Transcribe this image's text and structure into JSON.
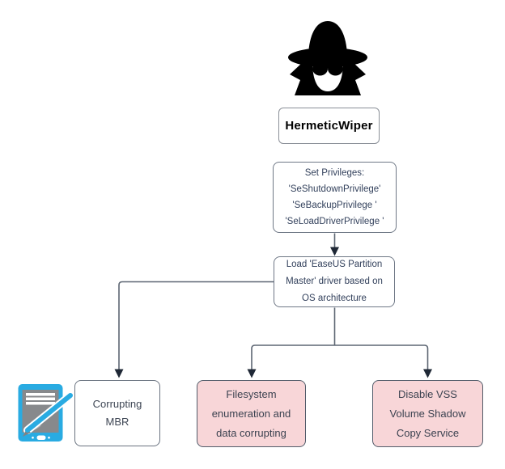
{
  "diagram": {
    "type": "flowchart",
    "subject": "HermeticWiper malware behaviour",
    "nodes": {
      "hermeticwiper": {
        "label": "HermeticWiper"
      },
      "set_privileges": {
        "label": "Set Privileges:\n'SeShutdownPrivilege'\n'SeBackupPrivilege '\n'SeLoadDriverPrivilege '"
      },
      "load_driver": {
        "label": "Load 'EaseUS Partition\nMaster' driver based on\nOS architecture"
      },
      "corrupting_mbr": {
        "label": "Corrupting\nMBR"
      },
      "filesystem_corruption": {
        "label": "Filesystem\nenumeration and\ndata corrupting"
      },
      "disable_vss": {
        "label": "Disable VSS\nVolume Shadow\nCopy Service"
      }
    },
    "icons": {
      "spy": "spy-hacker-icon",
      "tablet": "tablet-stylus-icon"
    },
    "colors": {
      "highlight_fill": "#f8d6d8",
      "box_border": "#717b89",
      "dark_border": "#525c6a",
      "line": "#5d6673",
      "arrowhead": "#1f2836",
      "icon_black": "#000000",
      "tablet_blue": "#29abe2",
      "tablet_screen": "#87898c",
      "text_navy": "#33415c",
      "text_dark": "#3b4250"
    }
  }
}
